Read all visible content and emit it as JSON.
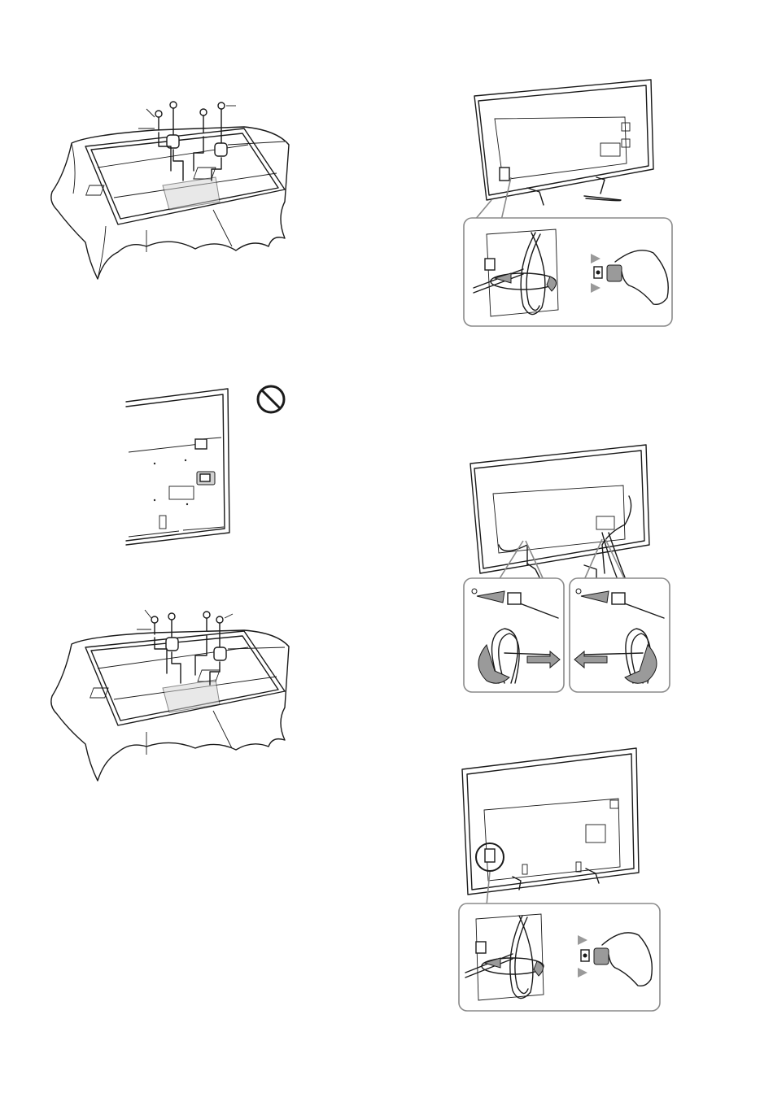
{
  "page": {
    "figures": [
      {
        "id": "stand-attach-1",
        "description_tag": "stand-attachment-diagram"
      },
      {
        "id": "prohibited-fig",
        "description_tag": "prohibited-diagram"
      },
      {
        "id": "stand-attach-2",
        "description_tag": "stand-attachment-diagram"
      },
      {
        "id": "cable-clip-1",
        "description_tag": "cable-holder-diagram"
      },
      {
        "id": "cable-tie-routing",
        "description_tag": "cable-routing-diagram"
      },
      {
        "id": "cable-clip-2",
        "description_tag": "cable-holder-diagram"
      }
    ]
  },
  "icons": {
    "prohibited": "prohibited-icon",
    "screw": "screw-icon",
    "arrow": "arrow-icon"
  },
  "colors": {
    "line": "#1a1a1a",
    "callout_border": "#8a8a8a",
    "arrow_fill": "#9a9a9a"
  }
}
